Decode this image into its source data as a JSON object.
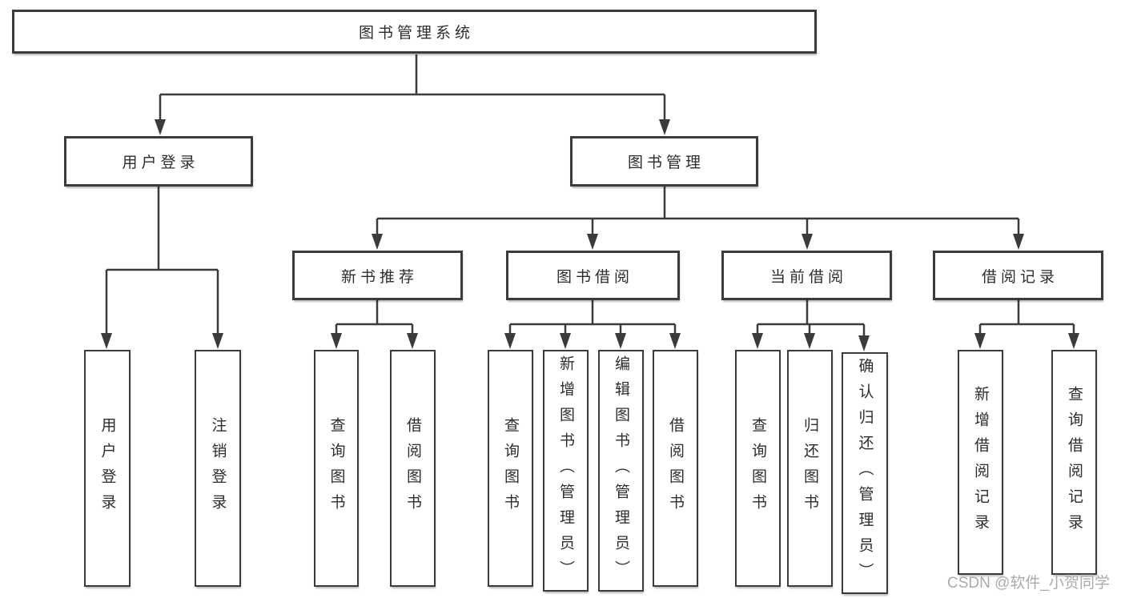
{
  "nodes": {
    "root": "图书管理系统",
    "login": "用户登录",
    "manage": "图书管理",
    "login_children": [
      "用户登录",
      "注销登录"
    ],
    "recommend": "新书推荐",
    "recommend_children": [
      "查询图书",
      "借阅图书"
    ],
    "borrowing": "图书借阅",
    "borrowing_children": [
      "查询图书",
      "新增图书（管理员）",
      "编辑图书（管理员）",
      "借阅图书"
    ],
    "current": "当前借阅",
    "current_children": [
      "查询图书",
      "归还图书",
      "确认归还（管理员）"
    ],
    "records": "借阅记录",
    "records_children": [
      "新增借阅记录",
      "查询借阅记录"
    ]
  },
  "watermark": "CSDN @软件_小贺同学",
  "colors": {
    "line": "#3b3b3b",
    "text": "#2d2d2d",
    "background": "#ffffff",
    "watermark": "#ababab"
  }
}
